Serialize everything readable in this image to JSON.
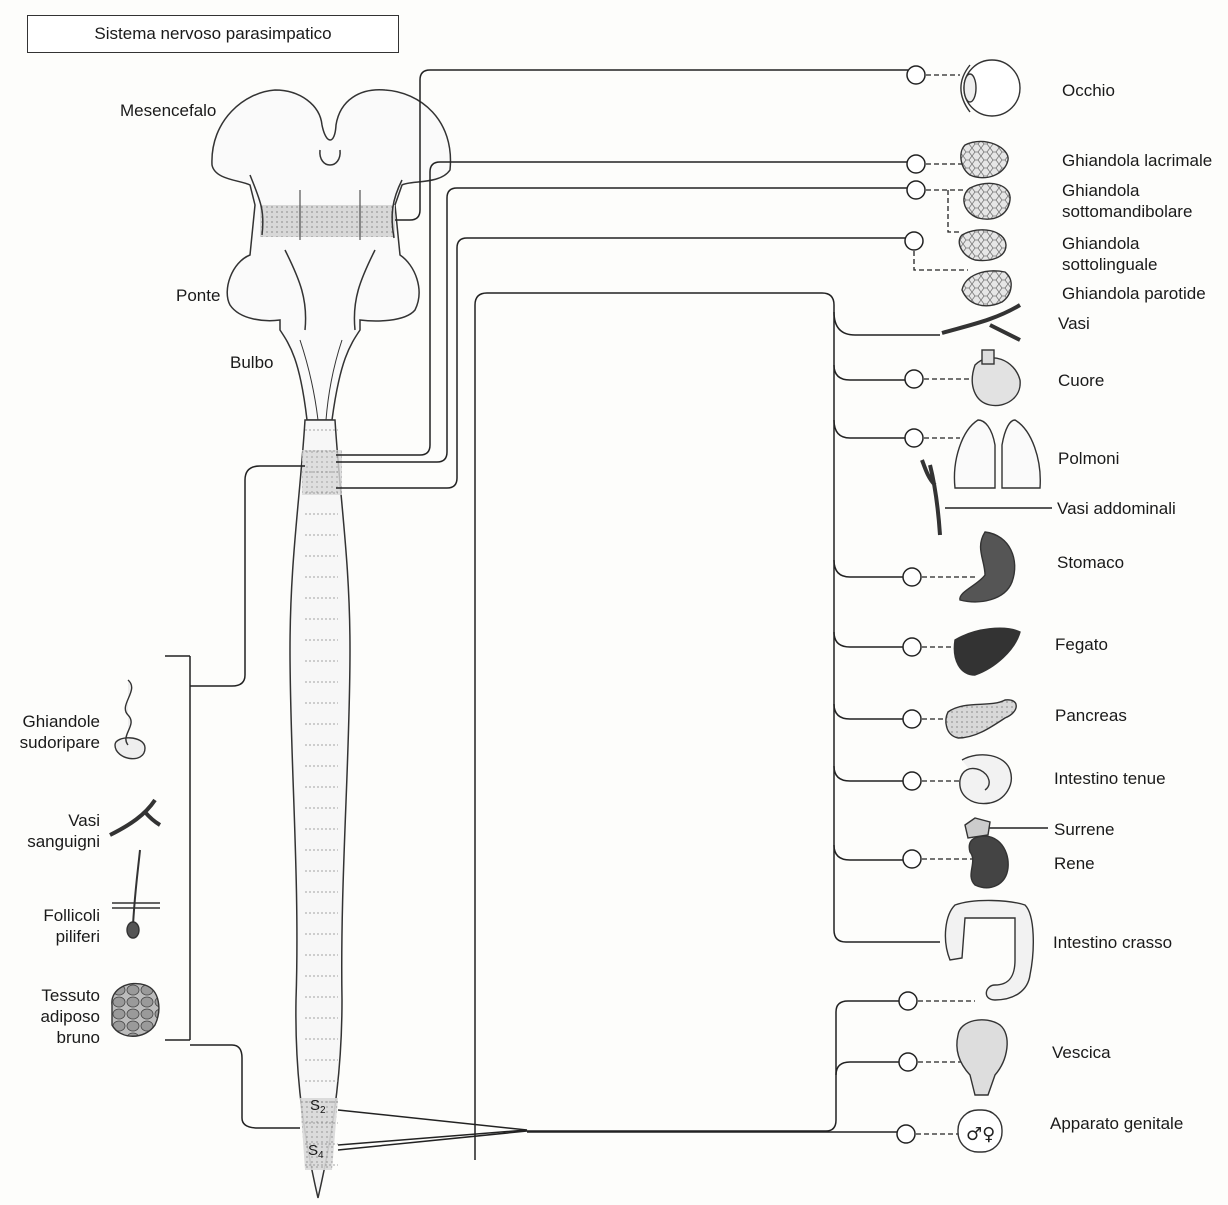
{
  "title": "Sistema nervoso parasimpatico",
  "brainstem": {
    "mesencefalo": "Mesencefalo",
    "ponte": "Ponte",
    "bulbo": "Bulbo"
  },
  "segments": {
    "s2": "S",
    "s2_sub": "2",
    "s4": "S",
    "s4_sub": "4"
  },
  "left_targets": [
    {
      "line1": "Ghiandole",
      "line2": "sudoripare"
    },
    {
      "line1": "Vasi",
      "line2": "sanguigni"
    },
    {
      "line1": "Follicoli",
      "line2": "piliferi"
    },
    {
      "line1": "Tessuto",
      "line2": "adiposo",
      "line3": "bruno"
    }
  ],
  "organs": {
    "occhio": "Occhio",
    "lacrimale": "Ghiandola lacrimale",
    "sottomandibolare_1": "Ghiandola",
    "sottomandibolare_2": "sottomandibolare",
    "sottolinguale_1": "Ghiandola",
    "sottolinguale_2": "sottolinguale",
    "parotide": "Ghiandola parotide",
    "vasi": "Vasi",
    "cuore": "Cuore",
    "polmoni": "Polmoni",
    "vasi_addominali": "Vasi addominali",
    "stomaco": "Stomaco",
    "fegato": "Fegato",
    "pancreas": "Pancreas",
    "intestino_tenue": "Intestino tenue",
    "surrene": "Surrene",
    "rene": "Rene",
    "intestino_crasso": "Intestino crasso",
    "vescica": "Vescica",
    "genitale": "Apparato genitale"
  },
  "icons": [
    "eye-icon",
    "lacrimal-gland-icon",
    "submandibular-gland-icon",
    "sublingual-gland-icon",
    "parotid-gland-icon",
    "vessel-icon",
    "heart-icon",
    "lungs-icon",
    "abdominal-vessel-icon",
    "stomach-icon",
    "liver-icon",
    "pancreas-icon",
    "small-intestine-icon",
    "adrenal-icon",
    "kidney-icon",
    "large-intestine-icon",
    "bladder-icon",
    "genital-icon",
    "sweat-gland-icon",
    "blood-vessel-icon",
    "hair-follicle-icon",
    "brown-fat-icon"
  ]
}
